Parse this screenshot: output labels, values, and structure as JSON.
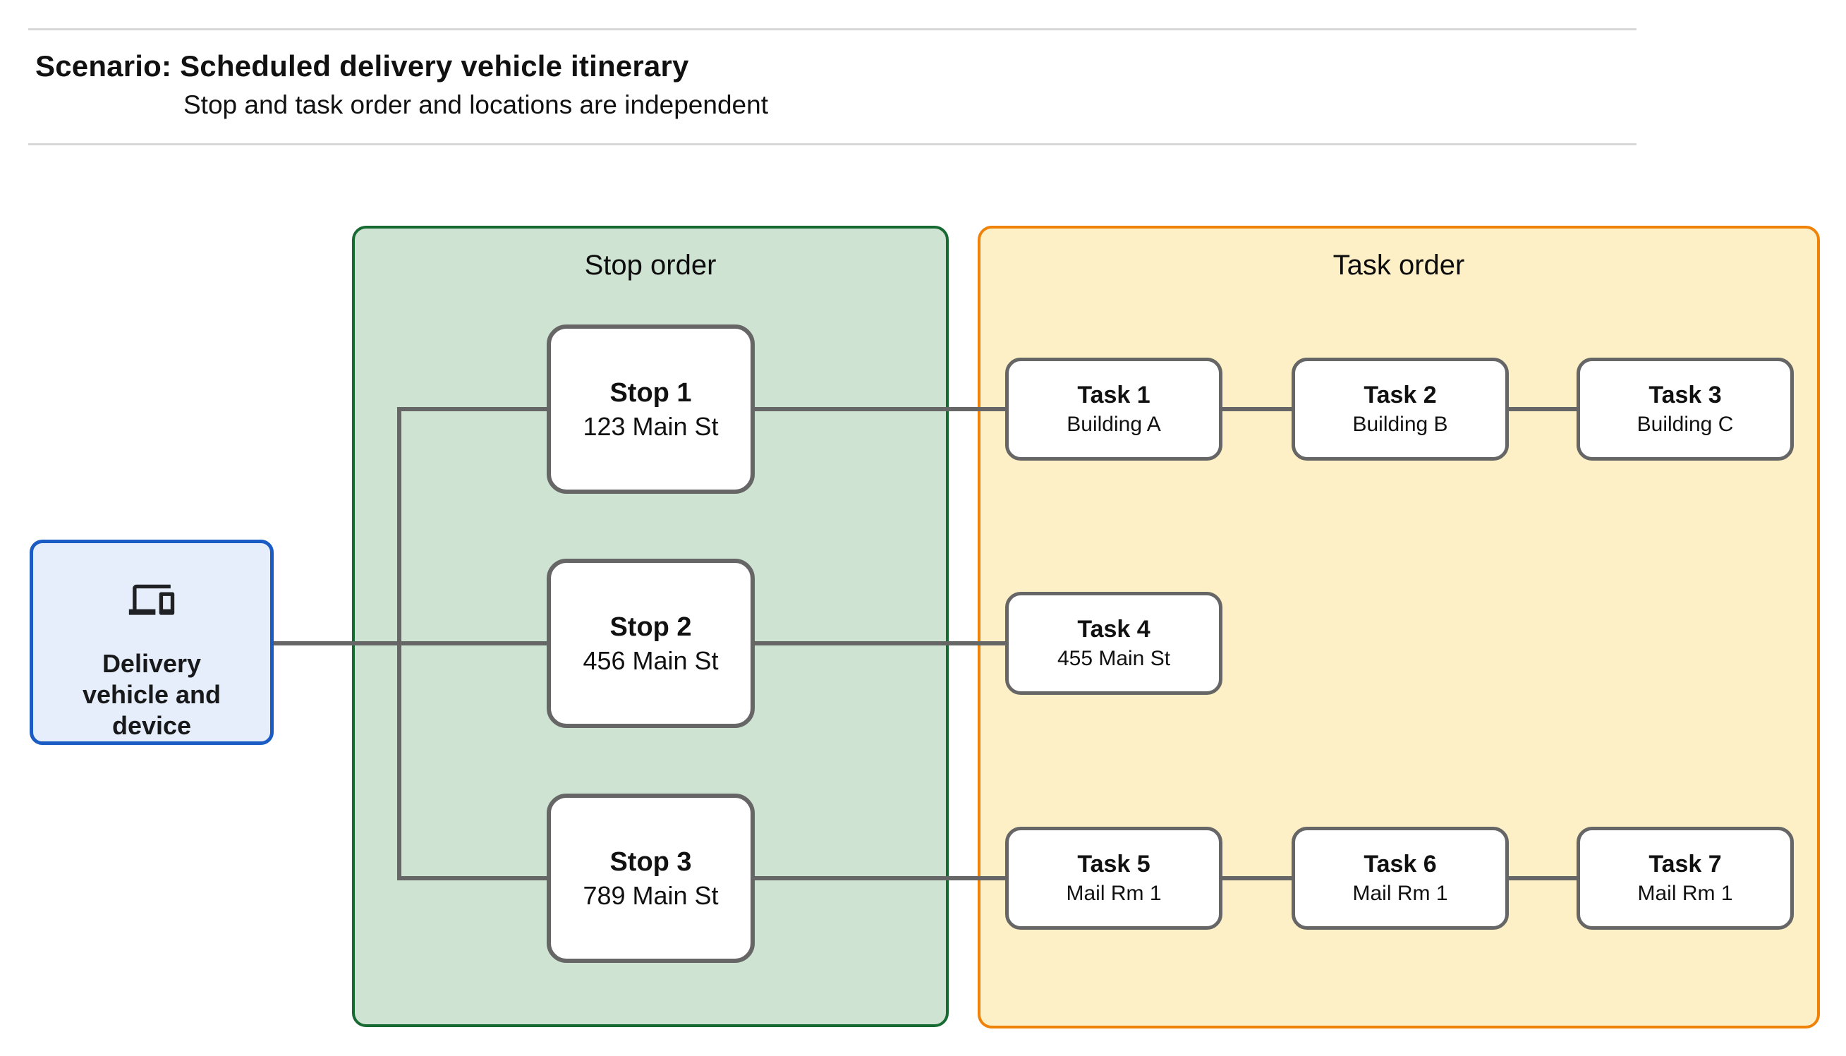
{
  "header": {
    "title": "Scenario: Scheduled delivery vehicle itinerary",
    "subtitle": "Stop and task order and locations are independent"
  },
  "vehicle": {
    "label": "Delivery vehicle and device",
    "icon": "devices-icon"
  },
  "groups": {
    "stop": {
      "title": "Stop order",
      "fill": "#cfe3d3",
      "border": "#186a33"
    },
    "task": {
      "title": "Task order",
      "fill": "#fdefc6",
      "border": "#ef8208"
    }
  },
  "stops": [
    {
      "title": "Stop 1",
      "subtitle": "123 Main St"
    },
    {
      "title": "Stop 2",
      "subtitle": "456 Main St"
    },
    {
      "title": "Stop 3",
      "subtitle": "789 Main St"
    }
  ],
  "tasks": [
    {
      "title": "Task 1",
      "subtitle": "Building A"
    },
    {
      "title": "Task 2",
      "subtitle": "Building B"
    },
    {
      "title": "Task 3",
      "subtitle": "Building C"
    },
    {
      "title": "Task 4",
      "subtitle": "455 Main St"
    },
    {
      "title": "Task 5",
      "subtitle": "Mail Rm 1"
    },
    {
      "title": "Task 6",
      "subtitle": "Mail Rm 1"
    },
    {
      "title": "Task 7",
      "subtitle": "Mail Rm 1"
    }
  ],
  "connections": [
    {
      "from": "vehicle",
      "to": "stop-1"
    },
    {
      "from": "vehicle",
      "to": "stop-2"
    },
    {
      "from": "vehicle",
      "to": "stop-3"
    },
    {
      "from": "stop-1",
      "to": "task-1"
    },
    {
      "from": "task-1",
      "to": "task-2"
    },
    {
      "from": "task-2",
      "to": "task-3"
    },
    {
      "from": "stop-2",
      "to": "task-4"
    },
    {
      "from": "stop-3",
      "to": "task-5"
    },
    {
      "from": "task-5",
      "to": "task-6"
    },
    {
      "from": "task-6",
      "to": "task-7"
    }
  ],
  "colors": {
    "vehicle_fill": "#e7eefb",
    "vehicle_border": "#1a5bc4",
    "stop_group_fill": "#cfe3d3",
    "stop_group_border": "#186a33",
    "task_group_fill": "#fdefc6",
    "task_group_border": "#ef8208",
    "node_border": "#666666",
    "edge": "#666666",
    "text": "#111111"
  }
}
